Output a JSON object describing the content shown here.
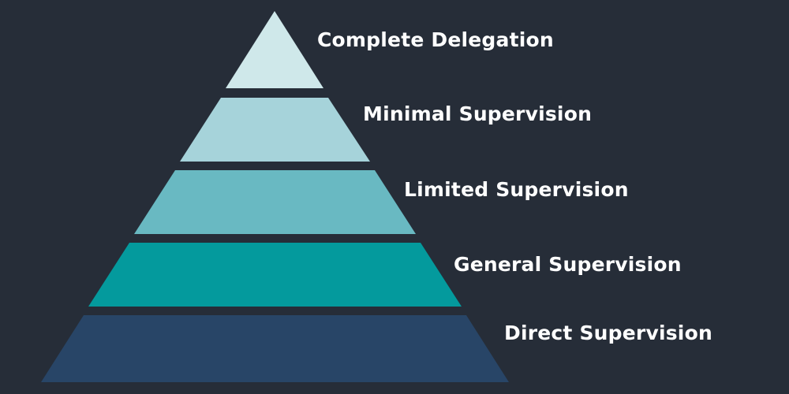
{
  "background": "#262d38",
  "pyramid": {
    "tiers": [
      {
        "label": "Complete Delegation",
        "color": "#cfe8ea"
      },
      {
        "label": "Minimal Supervision",
        "color": "#a6d3da"
      },
      {
        "label": "Limited Supervision",
        "color": "#69b9c2"
      },
      {
        "label": "General Supervision",
        "color": "#049a9d"
      },
      {
        "label": "Direct Supervision",
        "color": "#284567"
      }
    ]
  }
}
